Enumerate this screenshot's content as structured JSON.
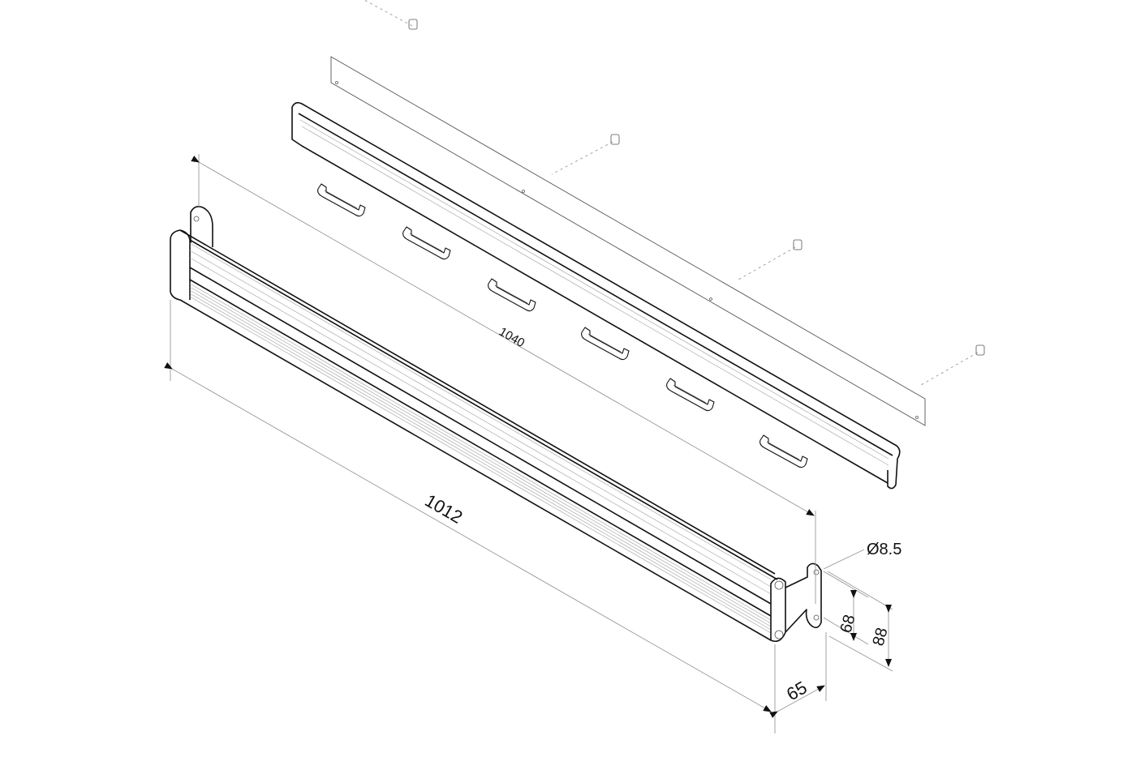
{
  "drawing": {
    "dimensions": {
      "rail_length": "1040",
      "bar_length": "1012",
      "hole_diameter": "Ø8.5",
      "hole_spacing": "68",
      "bracket_height": "88",
      "depth": "65"
    },
    "colors": {
      "line": "#111111",
      "dimension_line": "#999999",
      "background": "#ffffff"
    }
  }
}
